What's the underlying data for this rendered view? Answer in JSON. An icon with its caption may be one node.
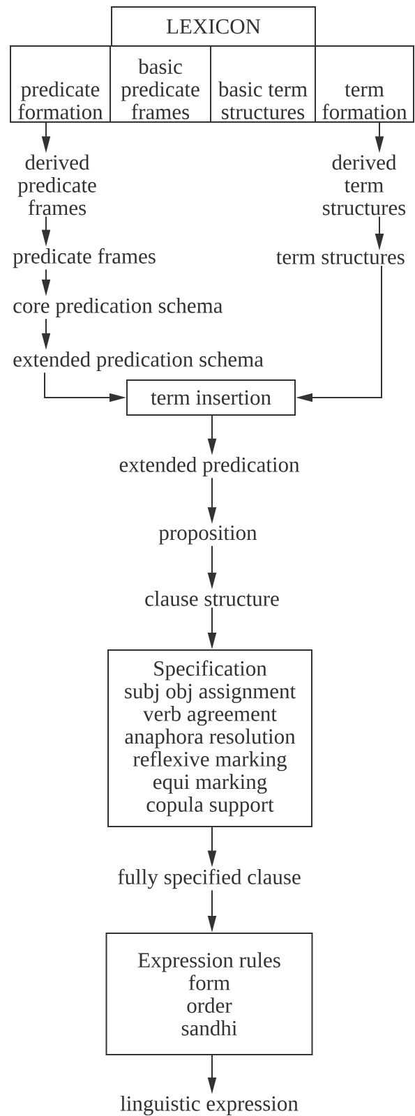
{
  "diagram": {
    "nodes": [
      {
        "text": [
          "LEXICON"
        ]
      },
      {
        "text": [
          "predicate formation"
        ]
      },
      {
        "text": [
          "basic predicate frames"
        ]
      },
      {
        "text": [
          "basic term structures"
        ]
      },
      {
        "text": [
          "term formation"
        ]
      },
      {
        "text": [
          "derived predicate frames"
        ]
      },
      {
        "text": [
          "derived term structures"
        ]
      },
      {
        "text": [
          "predicate frames"
        ]
      },
      {
        "text": [
          "term structures"
        ]
      },
      {
        "text": [
          "core predication schema"
        ]
      },
      {
        "text": [
          "extended predication schema"
        ]
      },
      {
        "text": [
          "term insertion"
        ]
      },
      {
        "text": [
          "extended predication"
        ]
      },
      {
        "text": [
          "proposition"
        ]
      },
      {
        "text": [
          "clause structure"
        ]
      },
      {
        "text": [
          "Specification",
          "subj obj assignment",
          "verb agreement",
          "anaphora resolution",
          "reflexive marking",
          "equi marking",
          "copula support"
        ]
      },
      {
        "text": [
          "fully specified clause"
        ]
      },
      {
        "text": [
          "Expression rules",
          "form",
          "order",
          "sandhi"
        ]
      },
      {
        "text": [
          "linguistic expression"
        ]
      }
    ],
    "edges": [
      {
        "from": 1,
        "to": 5,
        "arrow": "to"
      },
      {
        "from": 5,
        "to": 7,
        "arrow": "to"
      },
      {
        "from": 7,
        "to": 9,
        "arrow": "to"
      },
      {
        "from": 9,
        "to": 10,
        "arrow": "to"
      },
      {
        "from": 10,
        "to": 11,
        "arrow": "to"
      },
      {
        "from": 4,
        "to": 6,
        "arrow": "to"
      },
      {
        "from": 6,
        "to": 8,
        "arrow": "to"
      },
      {
        "from": 8,
        "to": 11,
        "arrow": "to"
      },
      {
        "from": 11,
        "to": 12,
        "arrow": "to"
      },
      {
        "from": 12,
        "to": 13,
        "arrow": "to"
      },
      {
        "from": 13,
        "to": 14,
        "arrow": "to"
      },
      {
        "from": 14,
        "to": 15,
        "arrow": "to"
      },
      {
        "from": 15,
        "to": 16,
        "arrow": "to"
      },
      {
        "from": 16,
        "to": 17,
        "arrow": "to"
      },
      {
        "from": 17,
        "to": 18,
        "arrow": "to"
      }
    ]
  }
}
